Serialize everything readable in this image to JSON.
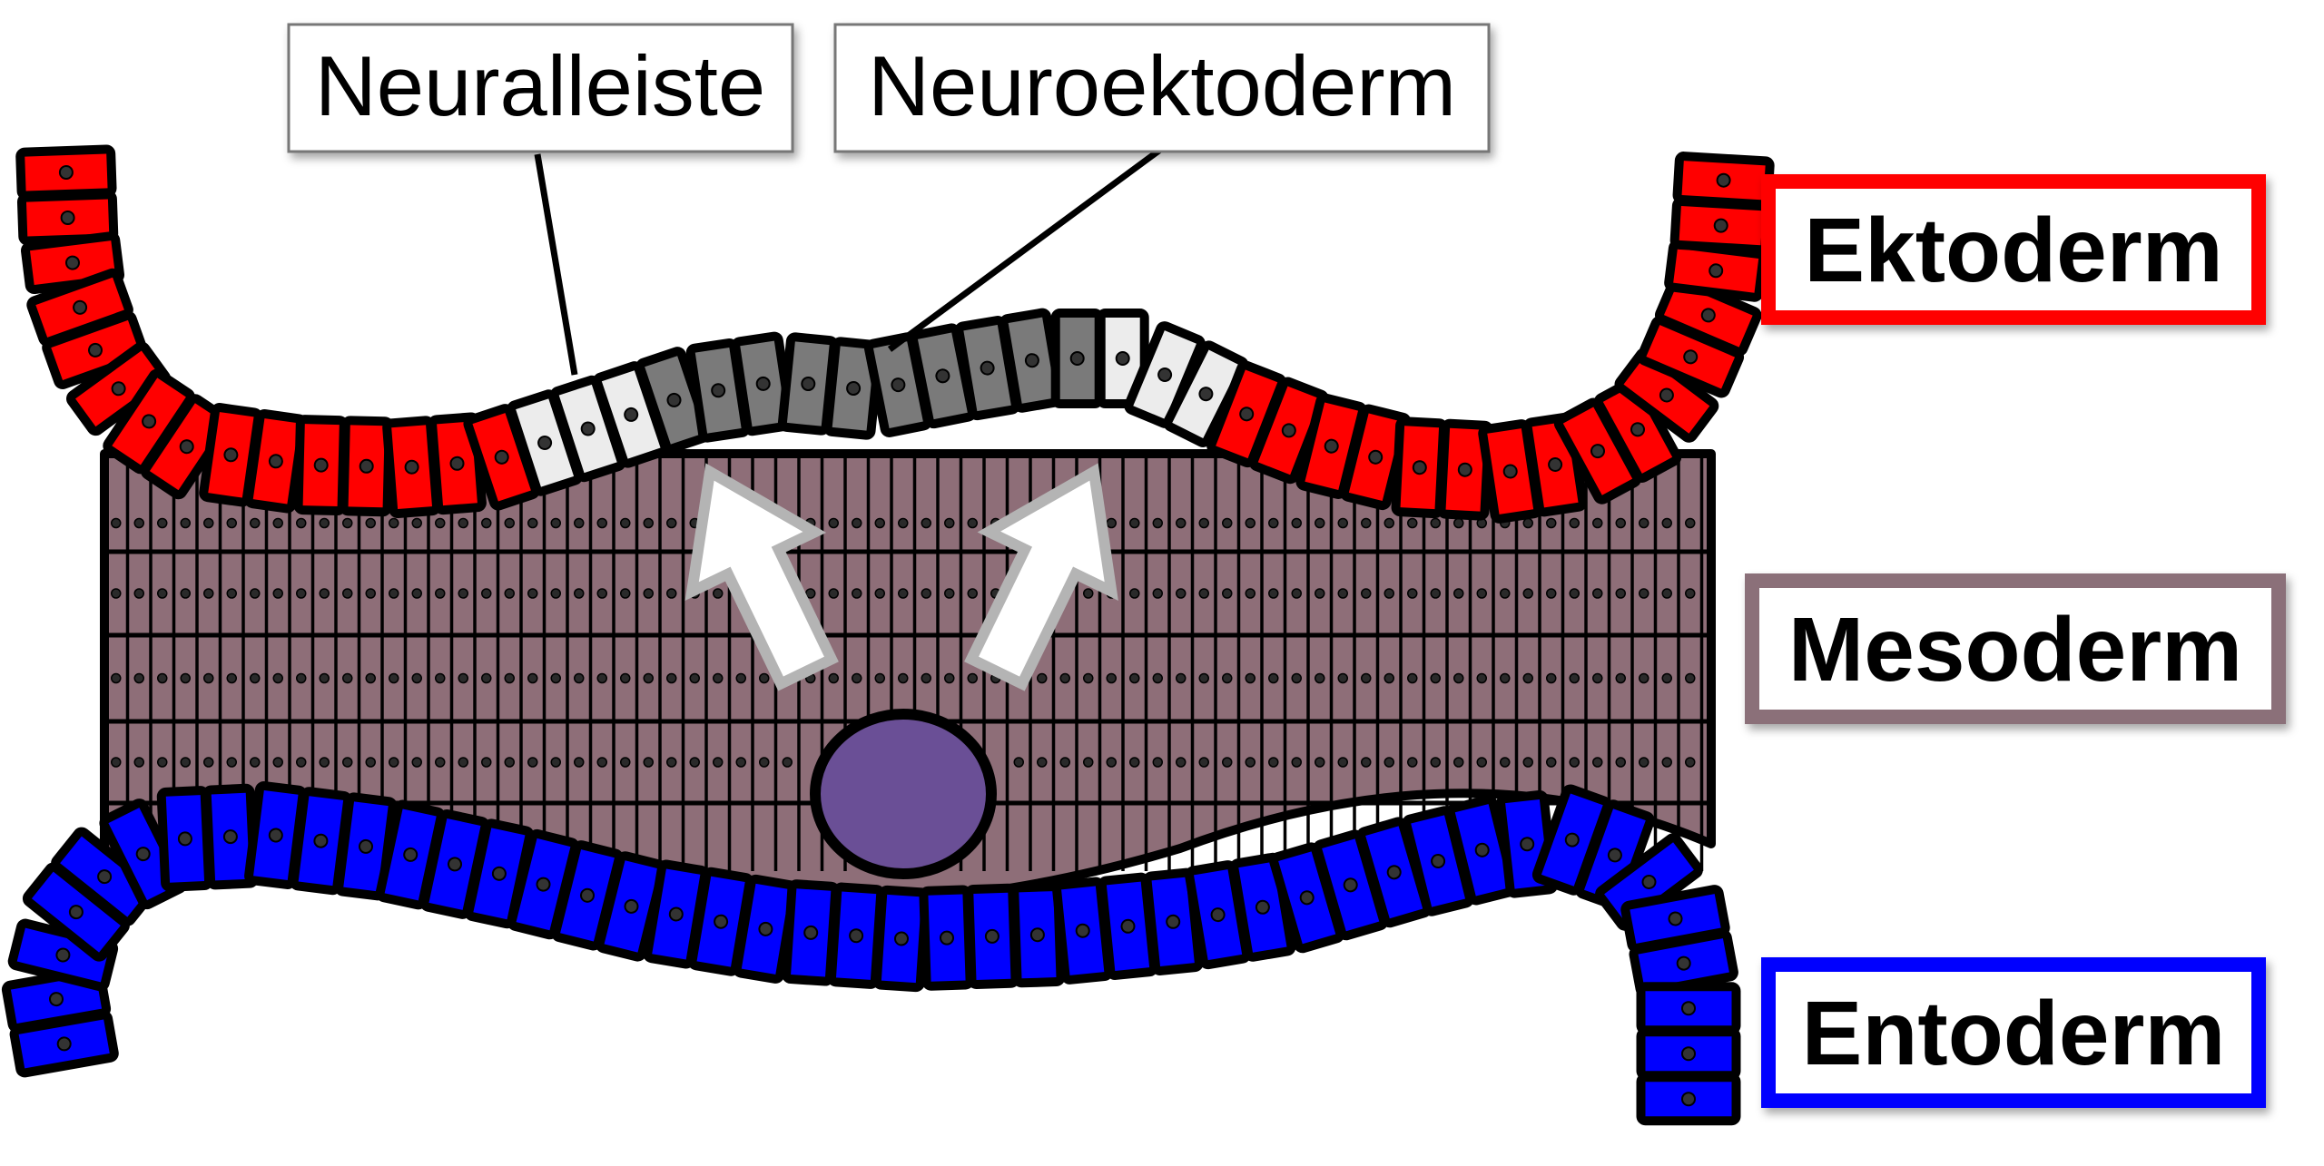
{
  "labels": {
    "neural_crest": "Neuralleiste",
    "neuroectoderm": "Neuroektoderm",
    "ectoderm": "Ektoderm",
    "mesoderm": "Mesoderm",
    "endoderm": "Entoderm"
  },
  "colors": {
    "ectoderm": "#ff0000",
    "neural_crest": "#ececec",
    "neuroectoderm": "#7a7a7a",
    "mesoderm": "#8e6e78",
    "mesoderm_frame": "#8b6f79",
    "endoderm": "#0000ff",
    "notochord": "#6a4f96",
    "outline": "#000000",
    "arrow_fill": "#ffffff",
    "arrow_stroke": "#b4b4b4"
  },
  "icons": {
    "migration_arrows": "white-arrow-icon"
  }
}
